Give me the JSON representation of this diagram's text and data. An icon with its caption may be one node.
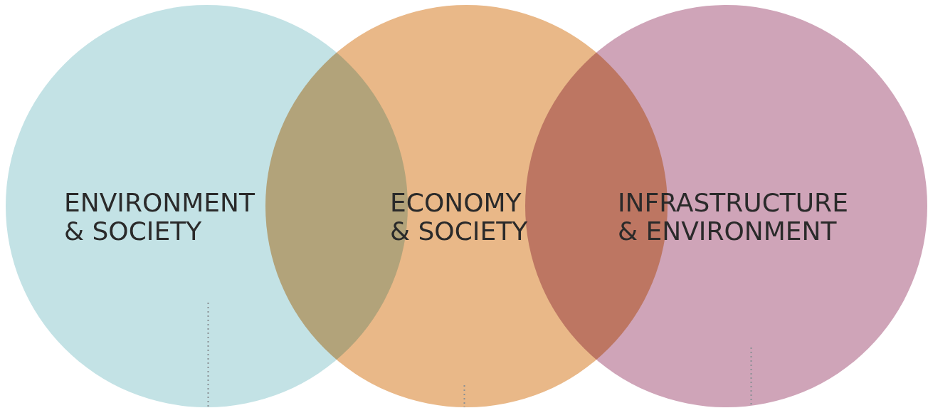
{
  "diagram": {
    "nodes": [
      {
        "text": [
          "ENVIRONMENT & SOCIETY"
        ]
      },
      {
        "text": [
          "ECONOMY & SOCIETY"
        ]
      },
      {
        "text": [
          "INFRASTRUCTURE & ENVIRONMENT"
        ]
      }
    ],
    "edges": [
      {
        "from": 0,
        "to": null,
        "arrow": "none",
        "style": "dashed"
      },
      {
        "from": 1,
        "to": null,
        "arrow": "none",
        "style": "dashed"
      },
      {
        "from": 2,
        "to": null,
        "arrow": "none",
        "style": "dashed"
      }
    ]
  }
}
